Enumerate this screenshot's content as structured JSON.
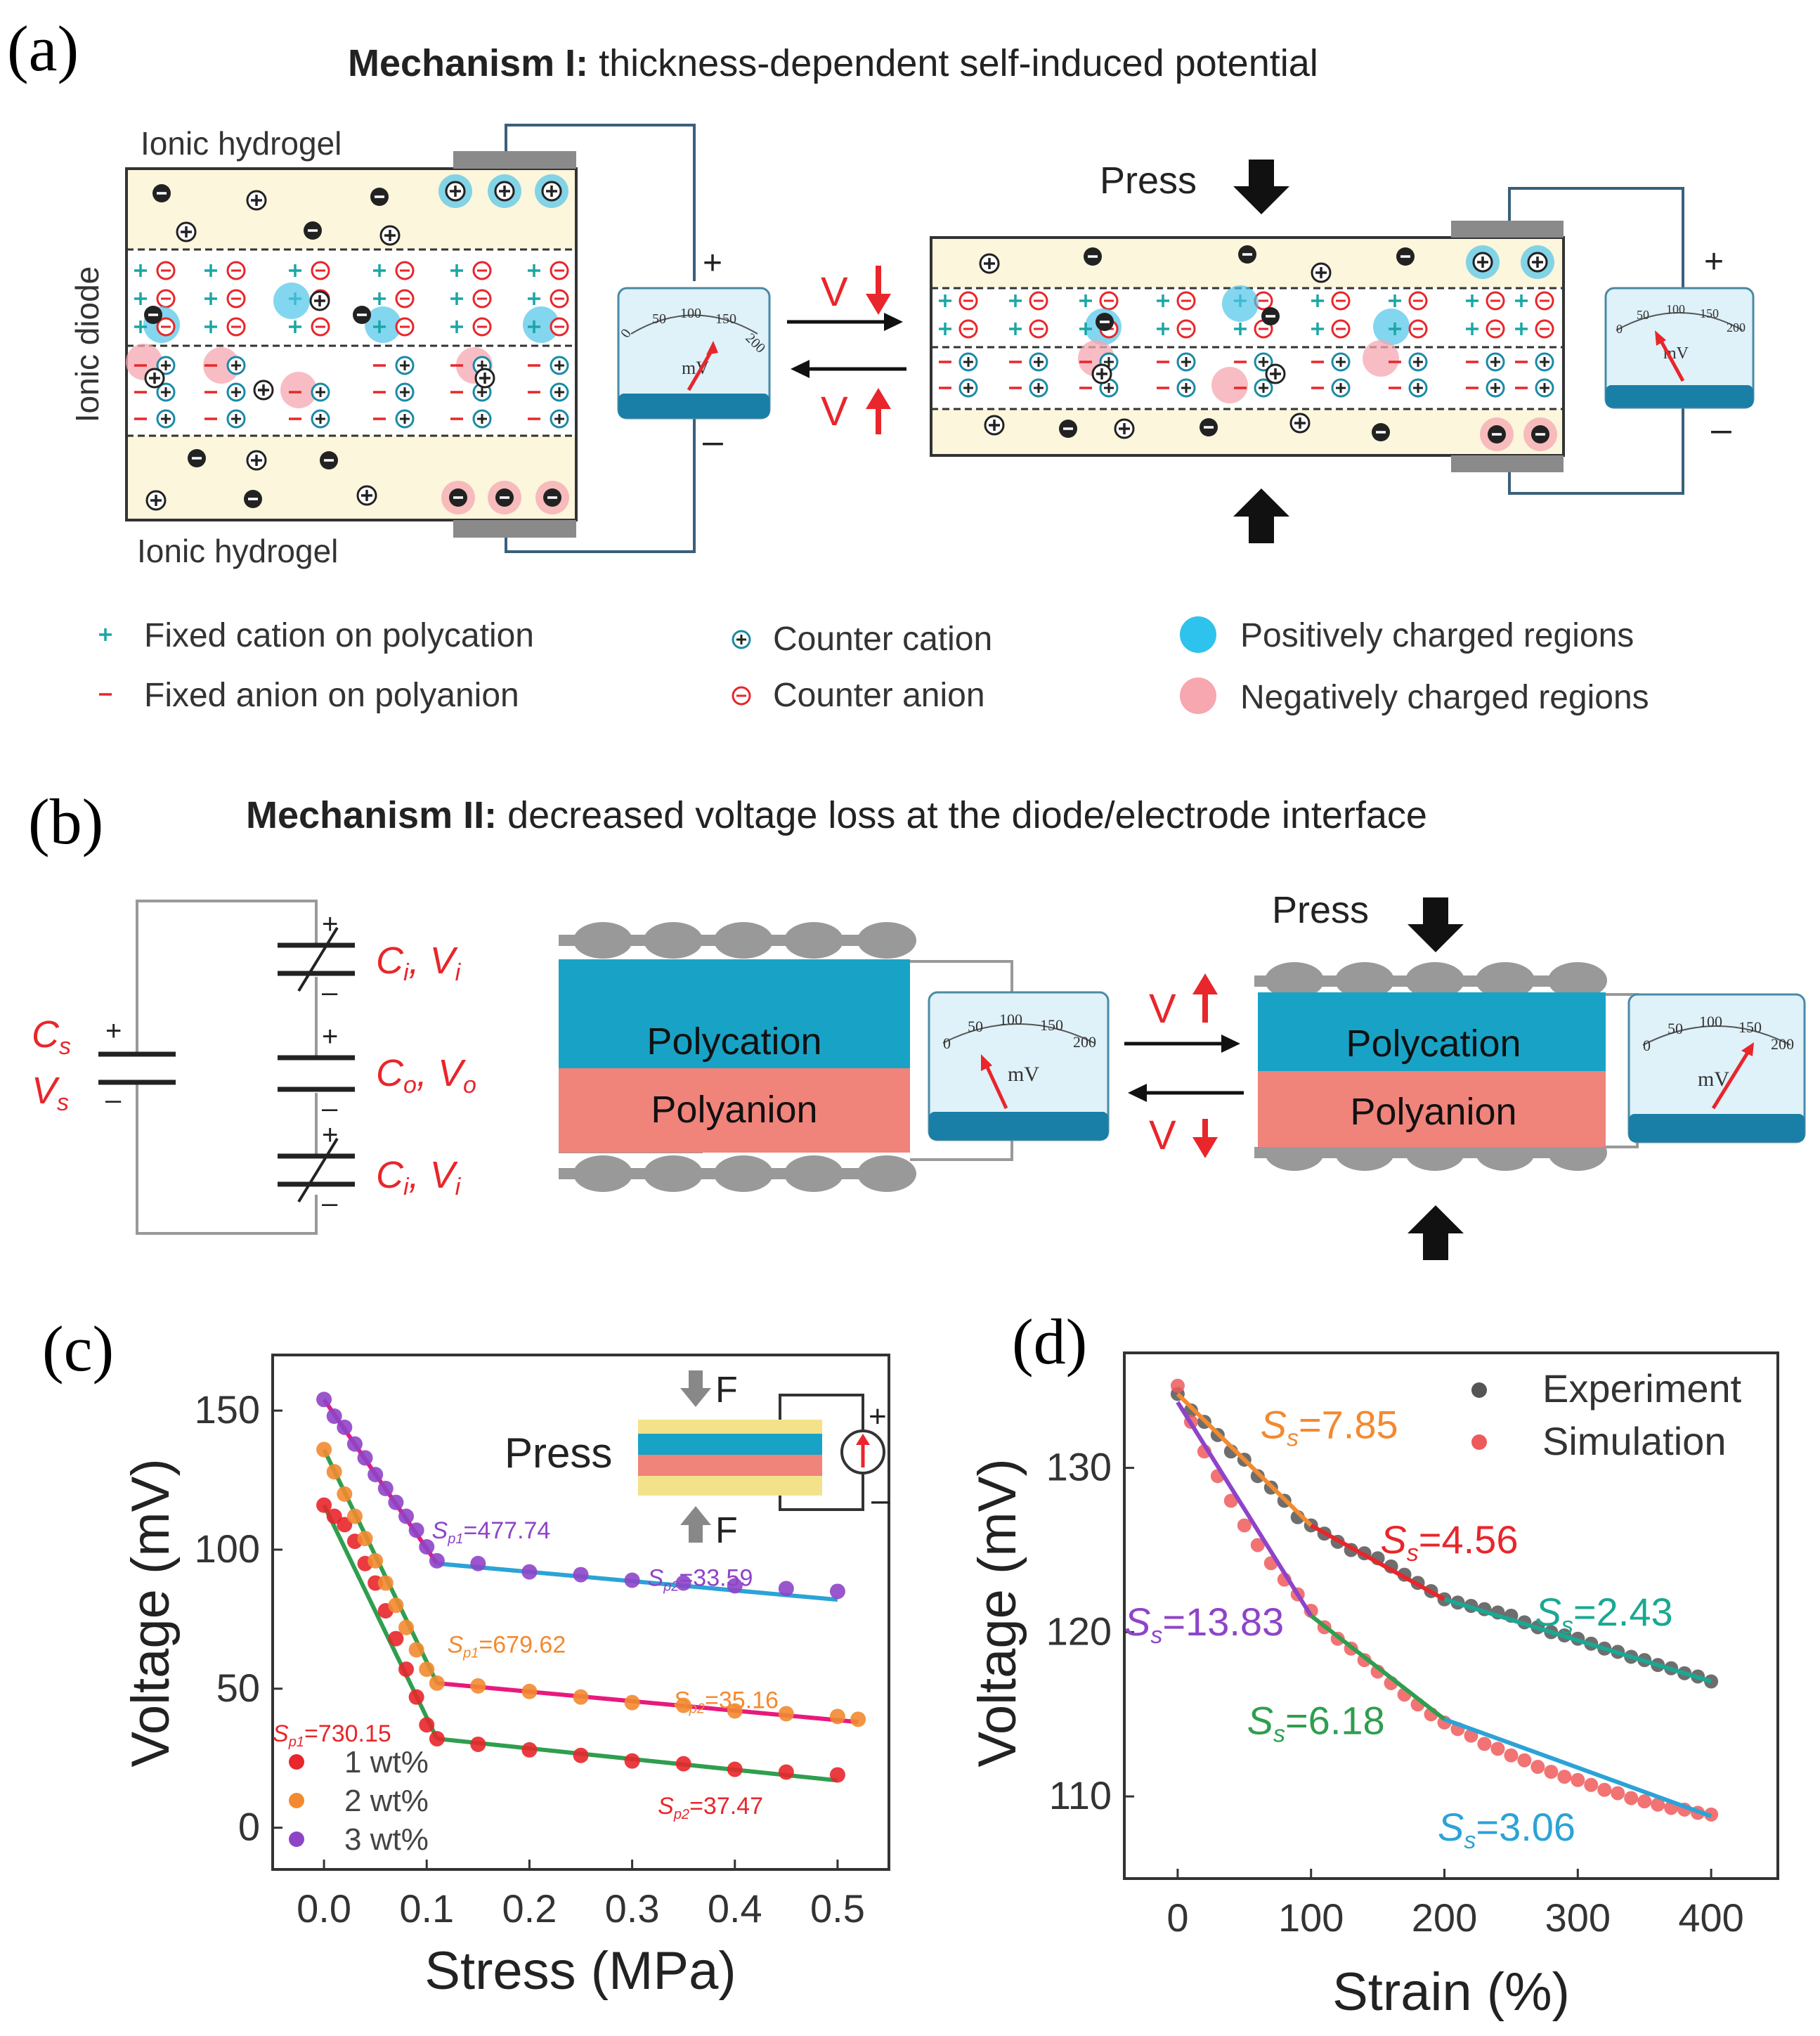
{
  "panels": {
    "a": {
      "letter": "(a)",
      "title_bold": "Mechanism I:",
      "title_rest": " thickness-dependent self-induced potential",
      "hydrogel_top": "Ionic hydrogel",
      "hydrogel_bottom": "Ionic hydrogel",
      "ionic_diode": "Ionic diode",
      "press": "Press",
      "v_down": "V",
      "v_up": "V",
      "legend": {
        "fixed_cation": "Fixed cation on polycation",
        "fixed_anion": "Fixed anion on polyanion",
        "counter_cation": "Counter cation",
        "counter_anion": "Counter anion",
        "pos_regions": "Positively charged regions",
        "neg_regions": "Negatively charged regions"
      }
    },
    "b": {
      "letter": "(b)",
      "title_bold": "Mechanism II:",
      "title_rest": " decreased voltage loss at the diode/electrode interface",
      "cs": "C",
      "cs_sub": "s",
      "vs": "V",
      "vs_sub": "s",
      "ci1": "C",
      "ci1_sub": "i",
      "vi1": "V",
      "vi1_sub": "i",
      "co": "C",
      "co_sub": "o",
      "vo": "V",
      "vo_sub": "o",
      "ci2": "C",
      "ci2_sub": "i",
      "vi2": "V",
      "vi2_sub": "i",
      "polycation": "Polycation",
      "polyanion": "Polyanion",
      "press": "Press",
      "v_up": "V",
      "v_down": "V"
    },
    "meter": {
      "unit": "mV",
      "ticks": [
        "0",
        "50",
        "100",
        "150",
        "200"
      ]
    }
  },
  "chart_data": [
    {
      "panel": "(c)",
      "type": "scatter",
      "xlabel": "Stress (MPa)",
      "ylabel": "Voltage (mV)",
      "xlim": [
        -0.05,
        0.55
      ],
      "ylim": [
        -15,
        170
      ],
      "xticks": [
        "0.0",
        "0.1",
        "0.2",
        "0.3",
        "0.4",
        "0.5"
      ],
      "yticks": [
        "0",
        "50",
        "100",
        "150"
      ],
      "inset": {
        "press": "Press",
        "force": "F"
      },
      "legend": [
        "1 wt%",
        "2 wt%",
        "3 wt%"
      ],
      "series": [
        {
          "name": "1 wt%",
          "color": "#e8262b",
          "fit_colors": [
            "#2f9e4f",
            "#2f9e4f"
          ],
          "x": [
            0.0,
            0.01,
            0.02,
            0.03,
            0.04,
            0.05,
            0.06,
            0.07,
            0.08,
            0.09,
            0.1,
            0.11,
            0.15,
            0.2,
            0.25,
            0.3,
            0.35,
            0.4,
            0.45,
            0.5
          ],
          "y": [
            116,
            112,
            109,
            103,
            95,
            88,
            78,
            68,
            57,
            47,
            37,
            32,
            30,
            28,
            26,
            24,
            23,
            21,
            20,
            19
          ],
          "fit": [
            [
              0.0,
              116
            ],
            [
              0.11,
              32
            ],
            [
              0.5,
              17
            ]
          ]
        },
        {
          "name": "2 wt%",
          "color": "#f28a30",
          "fit_colors": [
            "#2f9e4f",
            "#e8197c"
          ],
          "x": [
            0.0,
            0.01,
            0.02,
            0.03,
            0.04,
            0.05,
            0.06,
            0.07,
            0.08,
            0.09,
            0.1,
            0.11,
            0.15,
            0.2,
            0.25,
            0.3,
            0.35,
            0.4,
            0.45,
            0.5,
            0.52
          ],
          "y": [
            136,
            128,
            120,
            112,
            104,
            96,
            88,
            80,
            72,
            64,
            57,
            52,
            51,
            49,
            47,
            45,
            44,
            42,
            41,
            40,
            39
          ],
          "fit": [
            [
              0.0,
              136
            ],
            [
              0.11,
              52
            ],
            [
              0.52,
              38
            ]
          ]
        },
        {
          "name": "3 wt%",
          "color": "#8e44c8",
          "fit_colors": [
            "#e8197c",
            "#2ba3d6"
          ],
          "x": [
            0.0,
            0.01,
            0.02,
            0.03,
            0.04,
            0.05,
            0.06,
            0.07,
            0.08,
            0.09,
            0.1,
            0.11,
            0.15,
            0.2,
            0.25,
            0.3,
            0.35,
            0.4,
            0.45,
            0.5
          ],
          "y": [
            154,
            148,
            144,
            138,
            133,
            127,
            122,
            117,
            112,
            107,
            101,
            96,
            95,
            92,
            91,
            89,
            88,
            87,
            86,
            85
          ],
          "fit": [
            [
              0.0,
              154
            ],
            [
              0.11,
              95
            ],
            [
              0.5,
              82
            ]
          ]
        }
      ],
      "annotations": [
        {
          "S": "S",
          "sub": "p1",
          "text": "=477.74",
          "color": "#8e44c8",
          "x": 0.105,
          "y": 104
        },
        {
          "S": "S",
          "sub": "p2",
          "text": "=33.59",
          "color": "#8e44c8",
          "x": 0.315,
          "y": 87
        },
        {
          "S": "S",
          "sub": "p1",
          "text": "=679.62",
          "color": "#f28a30",
          "x": 0.12,
          "y": 63
        },
        {
          "S": "S",
          "sub": "p2",
          "text": "=35.16",
          "color": "#f28a30",
          "x": 0.34,
          "y": 43
        },
        {
          "S": "S",
          "sub": "p1",
          "text": "=730.15",
          "color": "#e8262b",
          "x": -0.05,
          "y": 31
        },
        {
          "S": "S",
          "sub": "p2",
          "text": "=37.47",
          "color": "#e8262b",
          "x": 0.325,
          "y": 5
        }
      ]
    },
    {
      "panel": "(d)",
      "type": "scatter",
      "xlabel": "Strain (%)",
      "ylabel": "Voltage (mV)",
      "xlim": [
        -40,
        450
      ],
      "ylim": [
        105,
        137
      ],
      "xticks": [
        "0",
        "100",
        "200",
        "300",
        "400"
      ],
      "yticks": [
        "110",
        "120",
        "130"
      ],
      "legend": [
        "Experiment",
        "Simulation"
      ],
      "series": [
        {
          "name": "Experiment",
          "color": "#555555",
          "x": [
            0,
            10,
            20,
            30,
            40,
            50,
            60,
            70,
            80,
            90,
            100,
            110,
            120,
            130,
            140,
            150,
            160,
            170,
            180,
            190,
            200,
            210,
            220,
            230,
            240,
            250,
            260,
            270,
            280,
            290,
            300,
            310,
            320,
            330,
            340,
            350,
            360,
            370,
            380,
            390,
            400
          ],
          "y": [
            134.5,
            133.5,
            132.8,
            132,
            131,
            130.5,
            129.5,
            128.8,
            128,
            127,
            126.5,
            126,
            125.5,
            125,
            124.8,
            124.5,
            124,
            123.5,
            123,
            122.5,
            122,
            121.8,
            121.6,
            121.4,
            121.2,
            121,
            120.6,
            120.3,
            120,
            119.8,
            119.6,
            119.3,
            119,
            118.8,
            118.5,
            118.3,
            118,
            117.8,
            117.5,
            117.3,
            117
          ]
        },
        {
          "name": "Simulation",
          "color": "#ee5a5a",
          "x": [
            0,
            10,
            20,
            30,
            40,
            50,
            60,
            70,
            80,
            90,
            100,
            110,
            120,
            130,
            140,
            150,
            160,
            170,
            180,
            190,
            200,
            210,
            220,
            230,
            240,
            250,
            260,
            270,
            280,
            290,
            300,
            310,
            320,
            330,
            340,
            350,
            360,
            370,
            380,
            390,
            400
          ],
          "y": [
            135,
            132.8,
            131,
            129.5,
            128,
            126.5,
            125.3,
            124.2,
            123.2,
            122.3,
            121.3,
            120.3,
            119.6,
            119,
            118.3,
            117.6,
            116.9,
            116.2,
            115.6,
            115,
            114.5,
            114.1,
            113.7,
            113.2,
            112.9,
            112.5,
            112.2,
            111.8,
            111.5,
            111.2,
            111,
            110.7,
            110.4,
            110.2,
            109.9,
            109.7,
            109.5,
            109.3,
            109.2,
            109,
            108.9
          ]
        }
      ],
      "fits": [
        {
          "color": "#f28a30",
          "points": [
            [
              0,
              134.5
            ],
            [
              100,
              126.5
            ]
          ]
        },
        {
          "color": "#e8262b",
          "points": [
            [
              100,
              126.5
            ],
            [
              200,
              122
            ]
          ]
        },
        {
          "color": "#1aa893",
          "points": [
            [
              200,
              122
            ],
            [
              400,
              117
            ]
          ]
        },
        {
          "color": "#8e44c8",
          "points": [
            [
              0,
              134
            ],
            [
              100,
              121
            ]
          ]
        },
        {
          "color": "#2f9e4f",
          "points": [
            [
              100,
              121
            ],
            [
              200,
              114.7
            ]
          ]
        },
        {
          "color": "#2ba3d6",
          "points": [
            [
              200,
              114.7
            ],
            [
              400,
              108.8
            ]
          ]
        }
      ],
      "annotations": [
        {
          "S": "S",
          "sub": "s",
          "text": "=7.85",
          "color": "#f28a30",
          "x": 62,
          "y": 131.8
        },
        {
          "S": "S",
          "sub": "s",
          "text": "=4.56",
          "color": "#e8262b",
          "x": 152,
          "y": 124.8
        },
        {
          "S": "S",
          "sub": "s",
          "text": "=2.43",
          "color": "#1aa893",
          "x": 268,
          "y": 120.4
        },
        {
          "S": "S",
          "sub": "s",
          "text": "=13.83",
          "color": "#8e44c8",
          "x": -40,
          "y": 119.8
        },
        {
          "S": "S",
          "sub": "s",
          "text": "=6.18",
          "color": "#2f9e4f",
          "x": 52,
          "y": 113.8
        },
        {
          "S": "S",
          "sub": "s",
          "text": "=3.06",
          "color": "#2ba3d6",
          "x": 195,
          "y": 107.3
        }
      ]
    }
  ]
}
